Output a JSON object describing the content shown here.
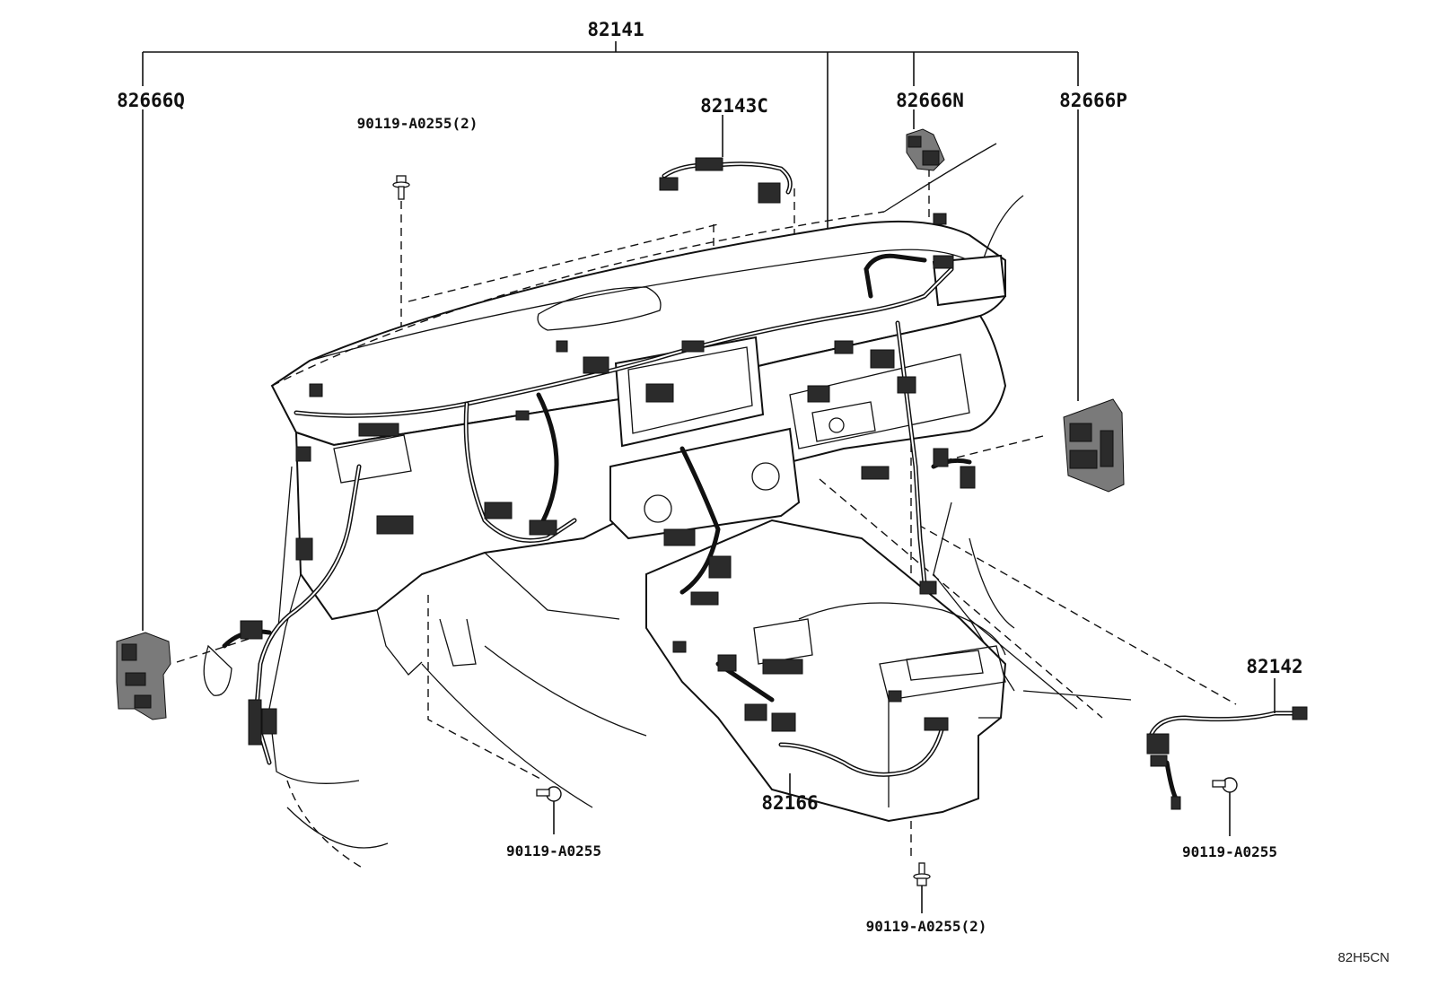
{
  "diagram": {
    "labels": {
      "main_harness": "82141",
      "bracket_left": "82666Q",
      "bracket_center": "82666N",
      "bracket_right": "82666P",
      "sub_harness_top": "82143C",
      "sub_harness_right": "82142",
      "console_harness": "82166",
      "bolt_top_left": "90119-A0255(2)",
      "bolt_bottom_left": "90119-A0255",
      "bolt_bottom_center": "90119-A0255(2)",
      "bolt_right": "90119-A0255"
    },
    "figure_code": "82H5CN"
  }
}
